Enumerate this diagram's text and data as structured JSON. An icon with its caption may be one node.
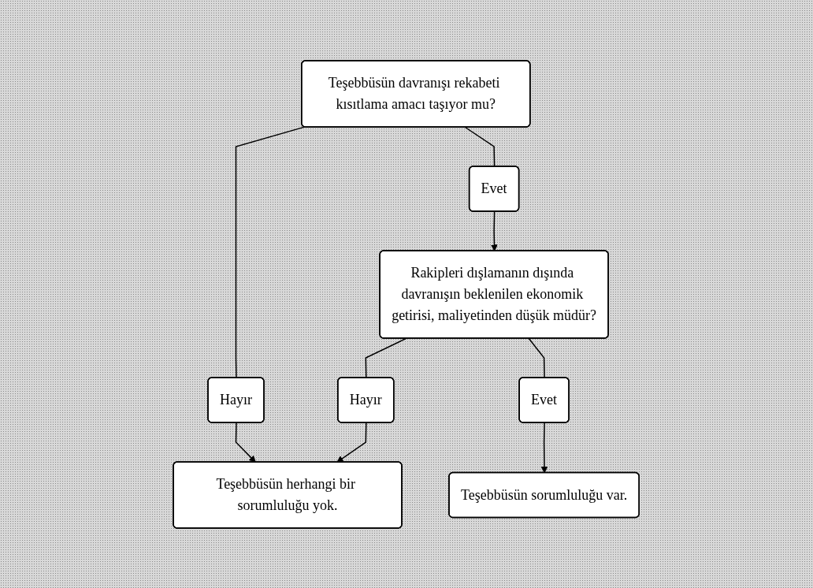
{
  "diagram": {
    "nodes": [
      {
        "text": [
          "Teşebbüsün davranışı rekabeti kısıtlama amacı taşıyor mu?"
        ]
      },
      {
        "text": [
          "Hayır"
        ]
      },
      {
        "text": [
          "Teşebbüsün herhangi bir sorumluluğu yok."
        ]
      },
      {
        "text": [
          "Evet"
        ]
      },
      {
        "text": [
          "Hayır"
        ]
      },
      {
        "text": [
          "Rakipleri dışlamanın dışında davranışın beklenilen ekonomik getirisi, maliyetinden düşük müdür?"
        ]
      },
      {
        "text": [
          "Evet"
        ]
      },
      {
        "text": [
          "Teşebbüsün sorumluluğu var."
        ]
      }
    ],
    "edges": [
      {
        "from": 0,
        "to": 1,
        "arrow": "none"
      },
      {
        "from": 1,
        "to": 2,
        "arrow": "to"
      },
      {
        "from": 0,
        "to": 3,
        "arrow": "none"
      },
      {
        "from": 3,
        "to": 5,
        "arrow": "to"
      },
      {
        "from": 5,
        "to": 4,
        "arrow": "none"
      },
      {
        "from": 4,
        "to": 2,
        "arrow": "to"
      },
      {
        "from": 5,
        "to": 6,
        "arrow": "none"
      },
      {
        "from": 6,
        "to": 7,
        "arrow": "to"
      }
    ]
  }
}
